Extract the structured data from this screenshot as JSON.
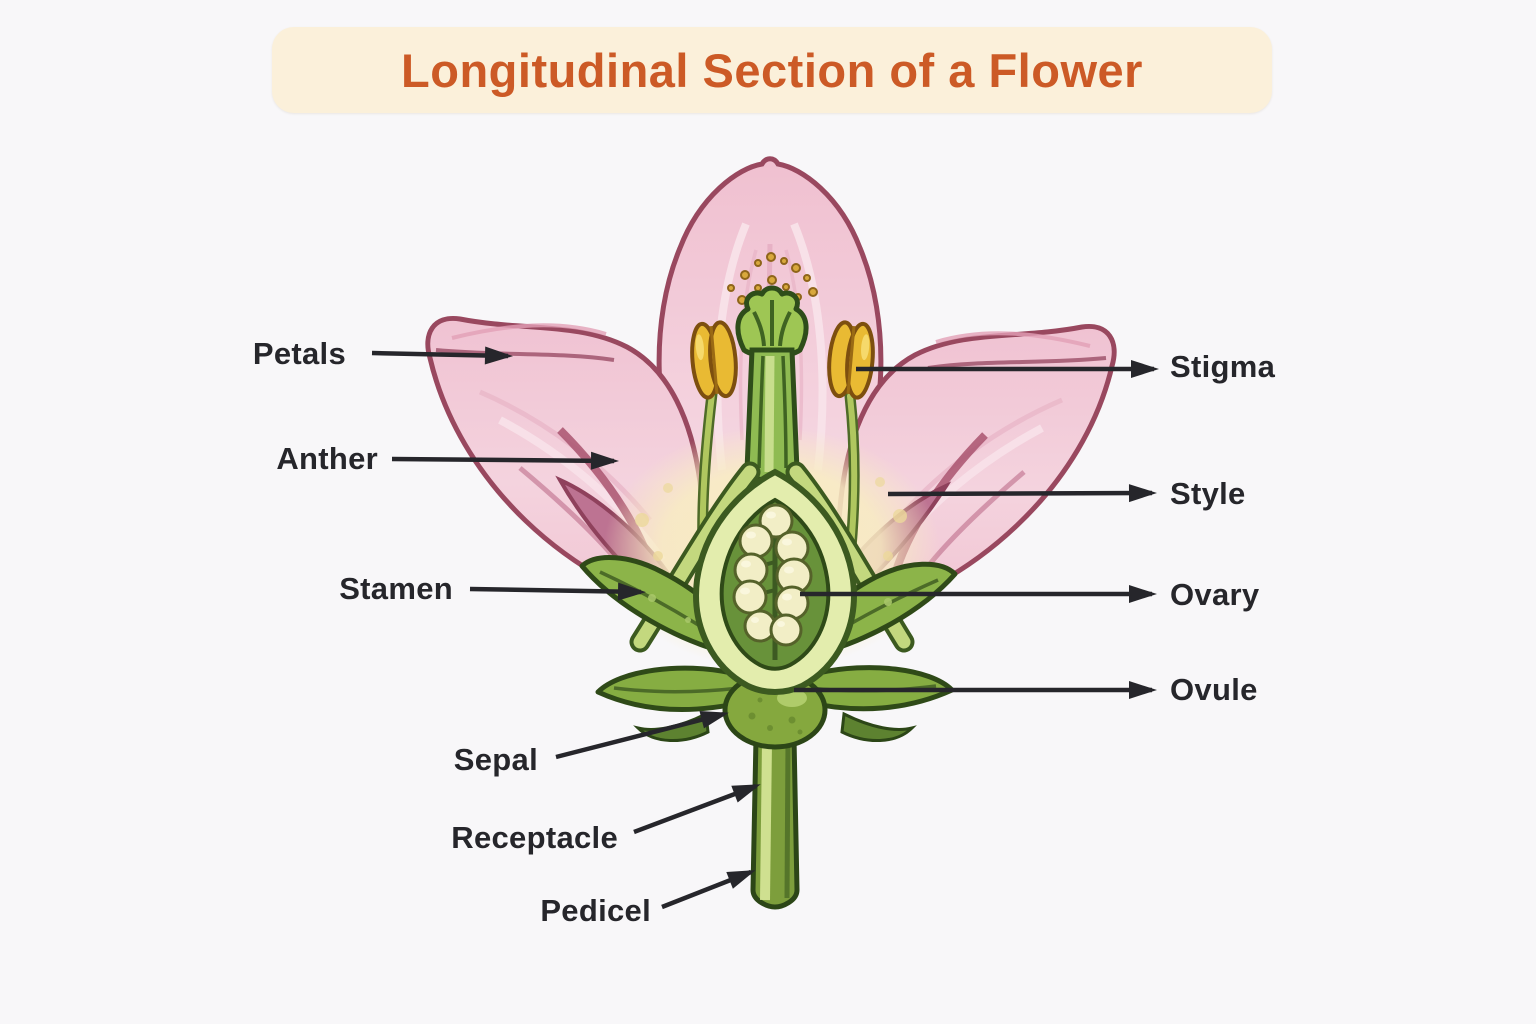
{
  "title": {
    "text": "Longitudinal Section of a Flower"
  },
  "labels": {
    "petals": "Petals",
    "anther": "Anther",
    "stamen": "Stamen",
    "sepal": "Sepal",
    "receptacle": "Receptacle",
    "pedicel": "Pedicel",
    "stigma": "Stigma",
    "style": "Style",
    "ovary": "Ovary",
    "ovule": "Ovule"
  },
  "colors": {
    "background": "#f8f7f9",
    "banner_bg": "#fbf0da",
    "title_text": "#cc5a26",
    "label_text": "#26262b",
    "arrow": "#26262b",
    "petal_pink": "#f2cbd8",
    "petal_light": "#f7dee8",
    "petal_outline": "#99485f",
    "petal_underside": "#bd7392",
    "center_glow": "#f8edc2",
    "leaf_green": "#8cb449",
    "leaf_outline": "#2f4a18",
    "ovary_wall": "#e3edad",
    "ovary_inner": "#68923a",
    "ovule_cream": "#f2eec6",
    "anther_gold": "#e9ba33",
    "anther_outline": "#7d4f0f",
    "stigma_green": "#9ec654",
    "stem_green": "#7d9e3c",
    "stem_highlight": "#cfe090",
    "pollen_gold": "#d8a83c"
  }
}
